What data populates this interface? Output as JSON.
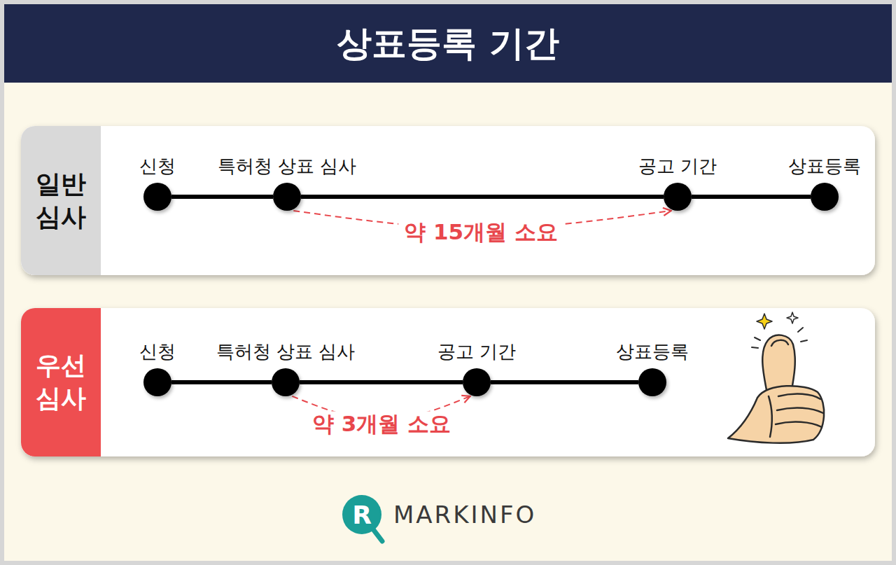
{
  "diagram": {
    "title": "상표등록 기간",
    "nodes": [
      {
        "text": [
          "일반 심사"
        ]
      },
      {
        "text": [
          "신청"
        ],
        "in": 0
      },
      {
        "text": [
          "특허청 상표 심사"
        ],
        "in": 0
      },
      {
        "text": [
          "공고 기간"
        ],
        "in": 0
      },
      {
        "text": [
          "상표등록"
        ],
        "in": 0
      },
      {
        "text": [
          "우선 심사"
        ]
      },
      {
        "text": [
          "신청"
        ],
        "in": 5
      },
      {
        "text": [
          "특허청 상표 심사"
        ],
        "in": 5
      },
      {
        "text": [
          "공고 기간"
        ],
        "in": 5
      },
      {
        "text": [
          "상표등록"
        ],
        "in": 5
      }
    ],
    "edges": [
      {
        "from": 1,
        "to": 2,
        "arrow": "none"
      },
      {
        "from": 2,
        "to": 3,
        "arrow": "none"
      },
      {
        "from": 3,
        "to": 4,
        "arrow": "none"
      },
      {
        "from": 2,
        "to": 3,
        "label": "약 15개월 소요",
        "arrow": "to"
      },
      {
        "from": 6,
        "to": 7,
        "arrow": "none"
      },
      {
        "from": 7,
        "to": 8,
        "arrow": "none"
      },
      {
        "from": 8,
        "to": 9,
        "arrow": "none"
      },
      {
        "from": 7,
        "to": 8,
        "label": "약 3개월 소요",
        "arrow": "to"
      }
    ],
    "labels": [
      "R",
      "MARKINFO"
    ]
  }
}
